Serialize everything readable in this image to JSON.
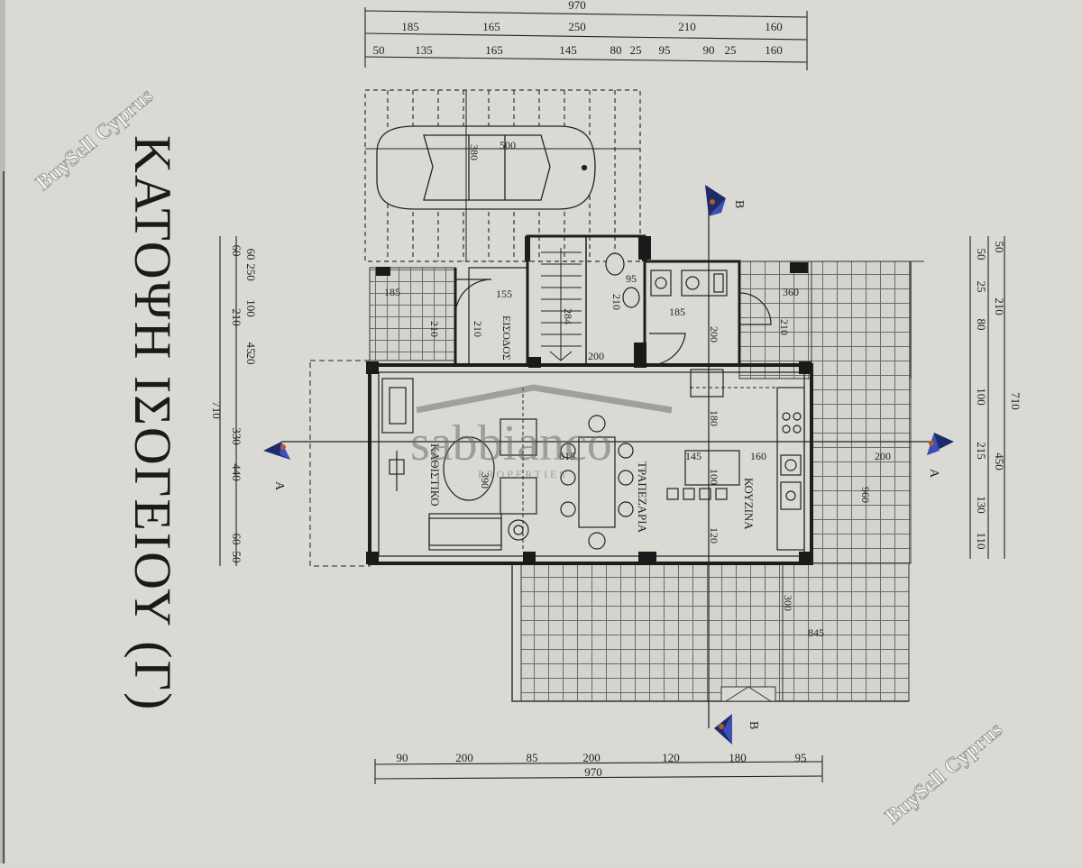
{
  "title": "ΚΑΤΟΨΗ ΙΣΟΓΕΙΟΥ (Γ)",
  "watermarks": {
    "corner_text": "BuySell Cyprus",
    "logo_text": "sabbianco",
    "logo_sub": "PROPERTIES"
  },
  "rooms": {
    "entrance": "ΕΙΣΟΔΟΣ",
    "living": "ΚΑΘΙΣΤΙΚΟ",
    "dining": "ΤΡΑΠΕΖΑΡΙΑ",
    "kitchen": "ΚΟΥΖΙΝΑ"
  },
  "section_markers": {
    "a": "A",
    "b": "B"
  },
  "dimensions": {
    "top_total": "970",
    "top_row1": [
      "185",
      "165",
      "250",
      "210",
      "160"
    ],
    "top_row2": [
      "50",
      "135",
      "165",
      "145",
      "80",
      "25",
      "95",
      "90",
      "25",
      "160"
    ],
    "bottom_row": [
      "90",
      "200",
      "85",
      "200",
      "120",
      "180",
      "95"
    ],
    "bottom_total": "970",
    "left_total": "710",
    "left_a": [
      "60",
      "250",
      "100",
      "45",
      "20"
    ],
    "left_b": [
      "60",
      "210",
      "330",
      "440",
      "60",
      "50"
    ],
    "right_total": "710",
    "right_a": [
      "50",
      "25",
      "80",
      "100",
      "215",
      "130",
      "110"
    ],
    "right_b": [
      "50",
      "210",
      "450"
    ],
    "interior": {
      "car_len": "500",
      "car_w": "380",
      "porch_l": "185",
      "porch_l_h": "210",
      "entrance_w": "155",
      "entrance_h": "210",
      "stair_h": "284",
      "wc_w": "95",
      "wc_h": "210",
      "stair_b": "200",
      "kitchen_top": "185",
      "kitchen_h": "200",
      "porch_r": "360",
      "porch_r_h": "210",
      "hall_h": "180",
      "living_w": "615",
      "living_h": "390",
      "island_w": "145",
      "island_h": "100",
      "kitchen_w": "160",
      "kitchen_low": "120",
      "terrace_w": "200",
      "terrace_h": "960",
      "terrace_b": "300",
      "terrace_bw": "845"
    }
  }
}
